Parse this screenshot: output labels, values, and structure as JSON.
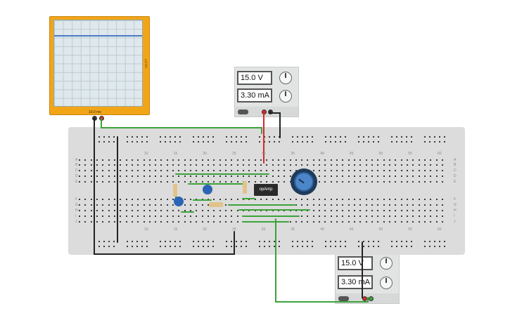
{
  "oscilloscope": {
    "scale_label": "10.0 ms",
    "side_label": "μs/div"
  },
  "psu_top": {
    "voltage": "15.0 V",
    "current": "3.30 mA"
  },
  "psu_bottom": {
    "voltage": "15.0 V",
    "current": "3.30 mA"
  },
  "breadboard": {
    "column_numbers_top": [
      "10",
      "15",
      "20",
      "25",
      "30",
      "35",
      "40",
      "45",
      "50",
      "55",
      "60"
    ],
    "column_numbers_bottom": [
      "10",
      "15",
      "20",
      "25",
      "30",
      "35",
      "40",
      "45",
      "50",
      "55",
      "60"
    ],
    "row_letters_top": [
      "A",
      "B",
      "C",
      "D",
      "E"
    ],
    "row_letters_bottom": [
      "F",
      "G",
      "H",
      "I",
      "J"
    ]
  },
  "chip": {
    "label": "opAmp"
  },
  "colors": {
    "wire_green": "#3aa33a",
    "wire_red": "#d62828",
    "wire_black": "#222222",
    "scope_body": "#f2a516",
    "trace": "#4a7bc8"
  }
}
